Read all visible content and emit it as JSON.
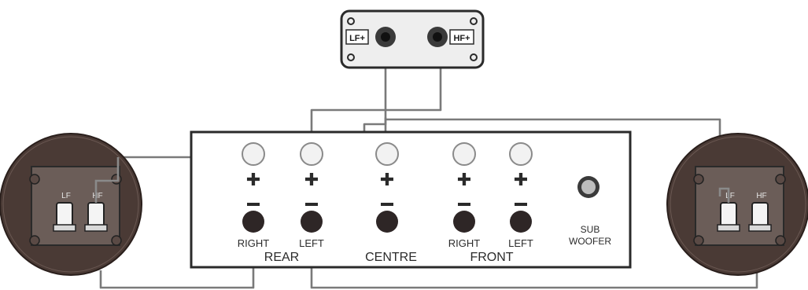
{
  "crossover": {
    "lf_label": "LF+",
    "hf_label": "HF+"
  },
  "amplifier": {
    "channels": [
      {
        "id": "rear-right",
        "label": "RIGHT"
      },
      {
        "id": "rear-left",
        "label": "LEFT"
      },
      {
        "id": "centre",
        "label": ""
      },
      {
        "id": "front-right",
        "label": "RIGHT"
      },
      {
        "id": "front-left",
        "label": "LEFT"
      }
    ],
    "groups": {
      "rear": "REAR",
      "centre": "CENTRE",
      "front": "FRONT"
    },
    "sub_label_1": "SUB",
    "sub_label_2": "WOOFER"
  },
  "speakers": {
    "left": {
      "lf_label": "LF",
      "hf_label": "HF"
    },
    "right": {
      "lf_label": "LF",
      "hf_label": "HF"
    }
  },
  "colors": {
    "wire": "#7a7a7a",
    "speaker_body": "#4a3a35",
    "plate": "#6b5d58"
  }
}
